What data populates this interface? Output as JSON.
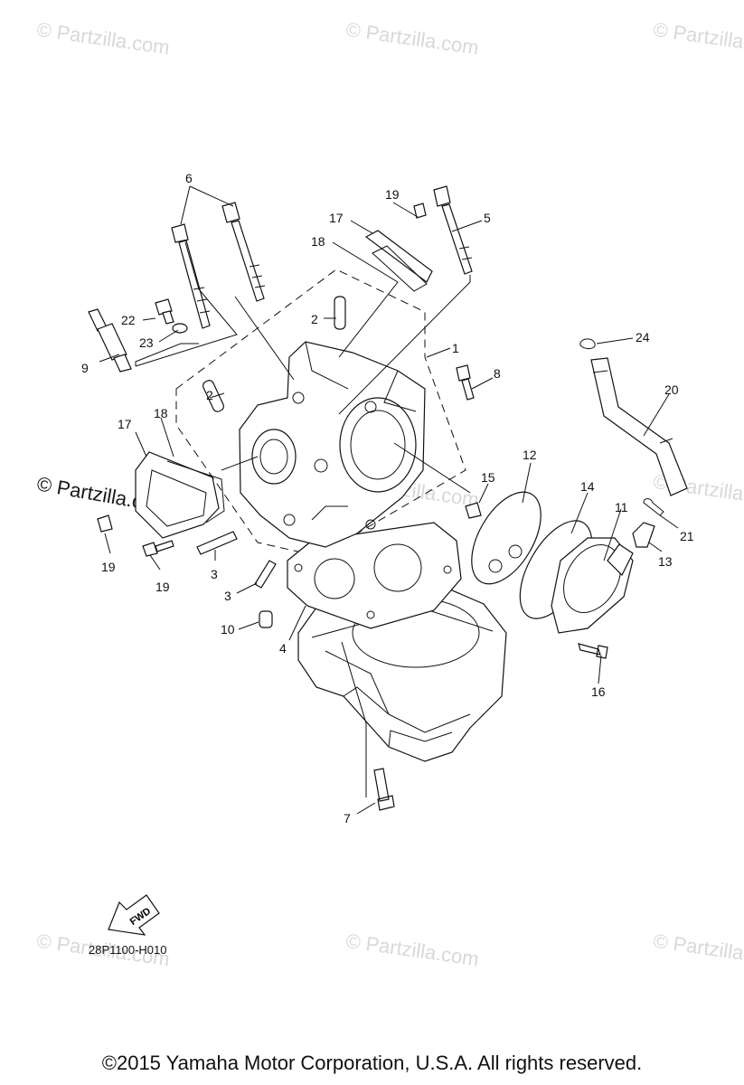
{
  "watermark_text": "© Partzilla.com",
  "diagram_code": "28P1100-H010",
  "fwd_label": "FWD",
  "copyright": "©2015  Yamaha Motor Corporation, U.S.A. All rights reserved.",
  "callouts": {
    "c1": "1",
    "c2a": "2",
    "c2b": "2",
    "c3a": "3",
    "c3b": "3",
    "c4": "4",
    "c5": "5",
    "c6": "6",
    "c7": "7",
    "c8": "8",
    "c9": "9",
    "c10": "10",
    "c11": "11",
    "c12": "12",
    "c13": "13",
    "c14": "14",
    "c15": "15",
    "c16": "16",
    "c17a": "17",
    "c17b": "17",
    "c18a": "18",
    "c18b": "18",
    "c19a": "19",
    "c19b": "19",
    "c19c": "19",
    "c20": "20",
    "c21": "21",
    "c22": "22",
    "c23": "23",
    "c24": "24"
  }
}
